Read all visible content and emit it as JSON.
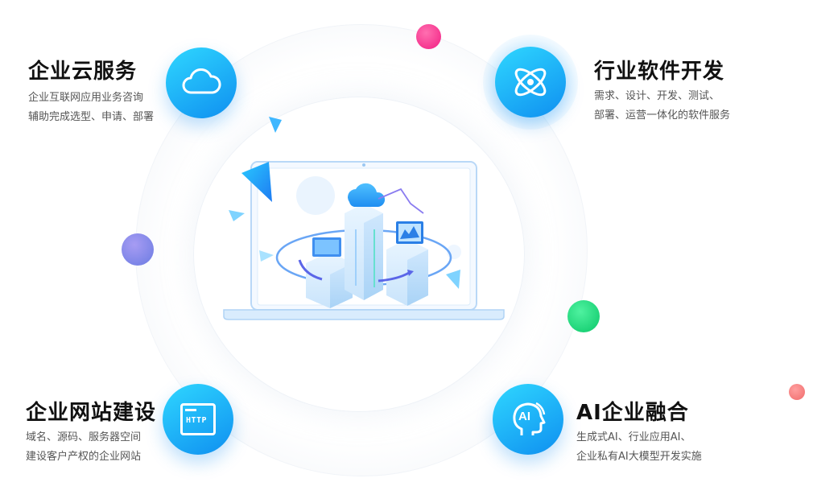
{
  "services": [
    {
      "title": "企业云服务",
      "desc_line1": "企业互联网应用业务咨询",
      "desc_line2": "辅助完成选型、申请、部署",
      "icon": "cloud-icon"
    },
    {
      "title": "行业软件开发",
      "desc_line1": "需求、设计、开发、测试、",
      "desc_line2": "部署、运营一体化的软件服务",
      "icon": "atom-icon"
    },
    {
      "title": "企业网站建设",
      "desc_line1": "域名、源码、服务器空间",
      "desc_line2": "建设客户产权的企业网站",
      "icon": "http-browser-icon"
    },
    {
      "title": "AI企业融合",
      "desc_line1": "生成式AI、行业应用AI、",
      "desc_line2": "企业私有AI大模型开发实施",
      "icon": "ai-head-icon"
    }
  ],
  "icon_labels": {
    "http": "HTTP",
    "ai": "AI"
  },
  "colors": {
    "accent_start": "#2fd7ff",
    "accent_end": "#0f8ff0",
    "title_text": "#111111",
    "desc_text": "#555555",
    "dot_pink": "#f21e82",
    "dot_purple": "#6a7be2",
    "dot_green": "#0ac768",
    "dot_salmon": "#f06b6b"
  }
}
